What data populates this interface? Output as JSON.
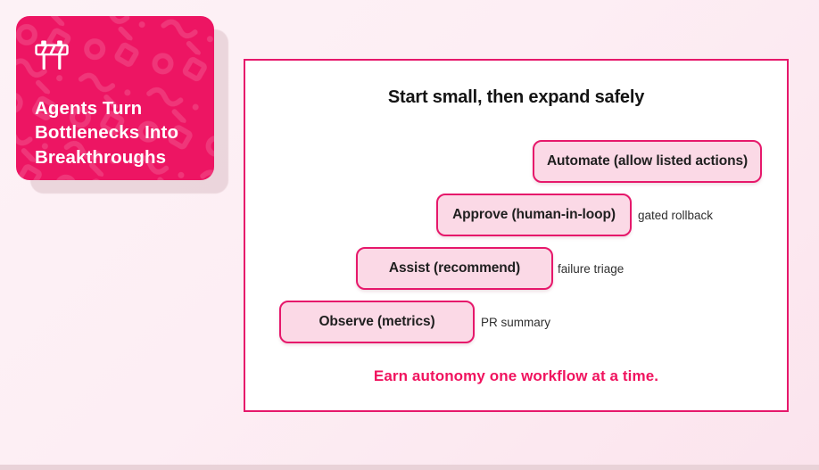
{
  "slide": {
    "background_top": "#FDF2F6",
    "background_bottom": "#FBE4ED",
    "footer_strip_color": "#E9D2D8"
  },
  "card": {
    "icon": "roadblock-icon",
    "title": "Agents Turn Bottlenecks Into Breakthroughs",
    "background_color": "#ED1563",
    "text_color": "#FFFFFF"
  },
  "panel": {
    "title": "Start small, then expand safely",
    "tagline": "Earn autonomy one workflow at a time.",
    "accent_color": "#E6186B",
    "step_fill_color": "#FBD9E6",
    "tagline_color": "#F0145F",
    "steps": [
      {
        "label": "Observe (metrics)",
        "note": "PR summary"
      },
      {
        "label": "Assist (recommend)",
        "note": "failure triage"
      },
      {
        "label": "Approve (human-in-loop)",
        "note": "gated rollback"
      },
      {
        "label": "Automate (allow listed actions)",
        "note": ""
      }
    ]
  }
}
